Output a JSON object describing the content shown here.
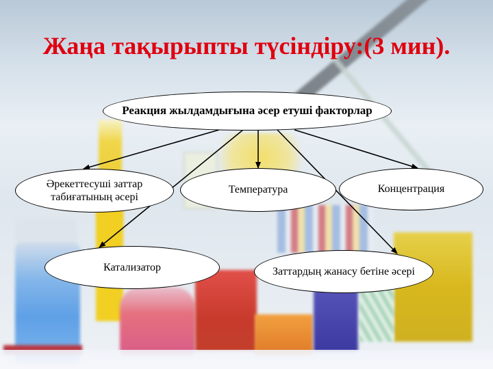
{
  "slide": {
    "title": "Жаңа тақырыпты түсіндіру:(3 мин).",
    "title_color": "#e0000f"
  },
  "diagram": {
    "root": {
      "label": "Реакция жылдамдығына әсер етуші факторлар"
    },
    "nodes": [
      {
        "id": "reactants",
        "label_line1": "Әрекеттесуші заттар",
        "label_line2": "табиғатының әсері"
      },
      {
        "id": "temperature",
        "label": "Температура"
      },
      {
        "id": "concentration",
        "label": "Концентрация"
      },
      {
        "id": "catalyst",
        "label": "Катализатор"
      },
      {
        "id": "surface",
        "label": "Заттардың жанасу бетіне әсері"
      }
    ],
    "edges": [
      {
        "from": "root",
        "to": "reactants"
      },
      {
        "from": "root",
        "to": "catalyst"
      },
      {
        "from": "root",
        "to": "temperature"
      },
      {
        "from": "root",
        "to": "surface"
      },
      {
        "from": "root",
        "to": "concentration"
      }
    ]
  },
  "background": {
    "description": "laboratory glassware with colored liquids",
    "colors": {
      "blue": "#5f9fe0",
      "yellow": "#f0c81e",
      "red": "#d23c32",
      "orange": "#e57a2a",
      "purple": "#4a4aa8",
      "sky": "#c7d6e3"
    }
  }
}
